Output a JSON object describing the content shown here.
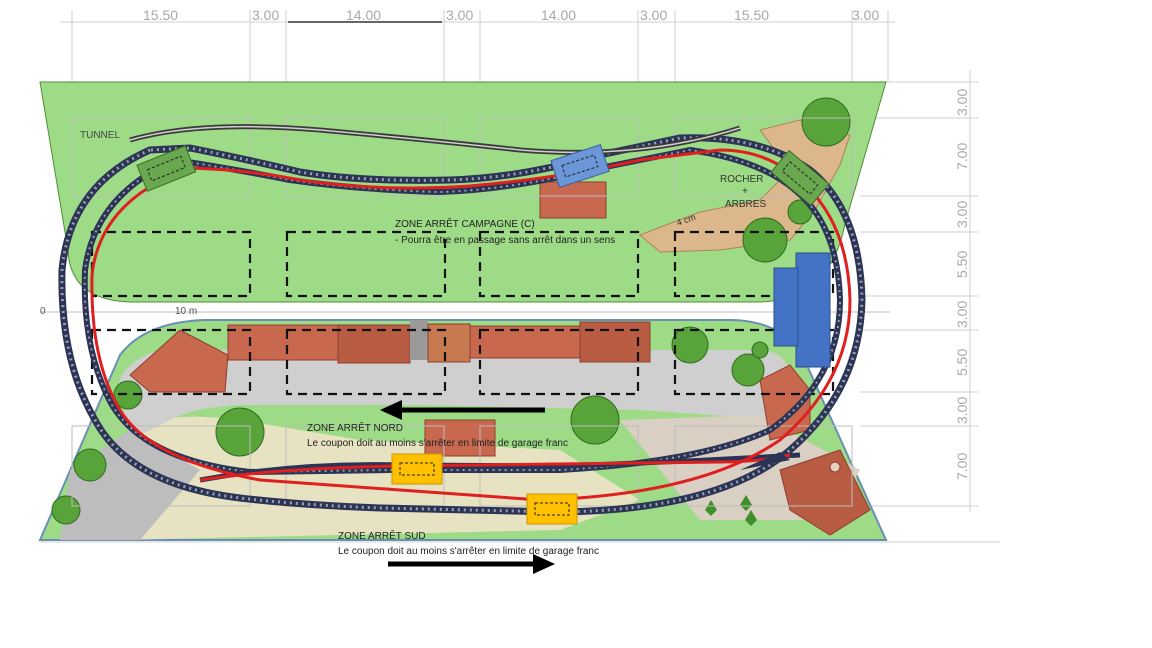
{
  "dimensions": {
    "top": [
      "15.50",
      "3.00",
      "14.00",
      "3.00",
      "14.00",
      "3.00",
      "15.50",
      "3.00"
    ],
    "right": [
      "3.00",
      "7.00",
      "3.00",
      "5.50",
      "3.00",
      "5.50",
      "3.00",
      "7.00"
    ],
    "left_zero": "0",
    "scale_label": "10 m"
  },
  "labels": {
    "tunnel": "TUNNEL",
    "rocher_1": "ROCHER",
    "rocher_2": "+",
    "rocher_3": "ARBRES",
    "cm_note": "4 cm"
  },
  "zones": {
    "campagne_title": "ZONE ARRÊT  CAMPAGNE  (C)",
    "campagne_note": "- Pourra être en  passage sans arrêt dans un sens",
    "nord_title": "ZONE ARRÊT  NORD",
    "nord_note": "Le coupon doit au moins s'arrêter en  limite de garage franc",
    "sud_title": "ZONE ARRÊT  SUD",
    "sud_note": "Le coupon doit au moins s'arrêter en  limite de garage franc"
  },
  "colors": {
    "grass": "#9ddb86",
    "track": "#2b3454",
    "red_route": "#e01f1f",
    "yellow_car": "#ffc000",
    "blue_car": "#6b96d8",
    "blue_building": "#4472c4",
    "green_car": "#6aa84f",
    "road": "#cfcfcf",
    "roof": "#c7684f"
  }
}
